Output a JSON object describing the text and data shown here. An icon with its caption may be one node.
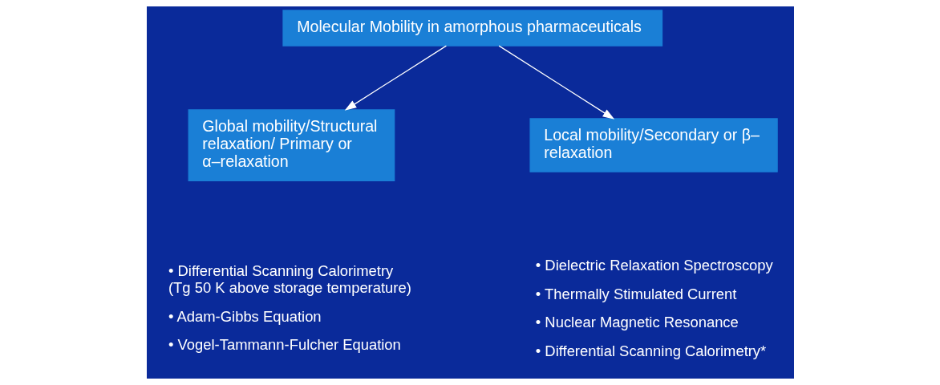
{
  "diagram": {
    "nodes": [
      {
        "text": [
          "Molecular Mobility in amorphous pharmaceuticals"
        ]
      },
      {
        "text": [
          "Global mobility/Structural relaxation/ Primary or α–relaxation"
        ],
        "beside": [
          "• Differential Scanning Calorimetry (Tg 50 K above storage temperature)",
          "• Adam-Gibbs Equation",
          "• Vogel-Tammann-Fulcher Equation"
        ]
      },
      {
        "text": [
          "Local mobility/Secondary or β– relaxation"
        ],
        "beside": [
          "• Dielectric Relaxation Spectroscopy",
          "• Thermally Stimulated Current",
          "• Nuclear Magnetic Resonance",
          "• Differential Scanning Calorimetry*"
        ]
      }
    ],
    "edges": [
      {
        "from": 0,
        "to": 1,
        "arrow": "to"
      },
      {
        "from": 0,
        "to": 2,
        "arrow": "to"
      }
    ]
  }
}
